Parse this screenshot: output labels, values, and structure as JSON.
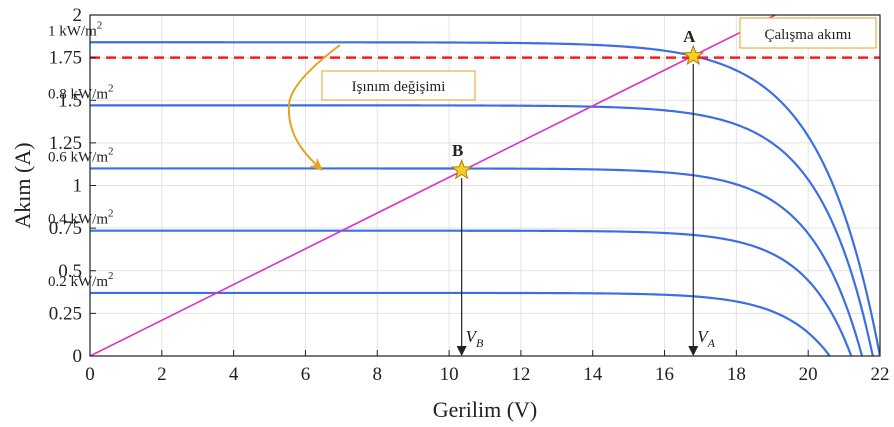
{
  "chart_data": {
    "type": "line",
    "xlabel": "Gerilim (V)",
    "ylabel": "Akım (A)",
    "xlim": [
      0,
      22
    ],
    "ylim": [
      0,
      2
    ],
    "xticks": [
      "0",
      "2",
      "4",
      "6",
      "8",
      "10",
      "12",
      "14",
      "16",
      "18",
      "20",
      "22"
    ],
    "yticks": [
      "0",
      "0.25",
      "0.5",
      "0.75",
      "1",
      "1.25",
      "1.5",
      "1.75",
      "2"
    ],
    "grid": true,
    "series": [
      {
        "name": "1 kW/m2",
        "label_main": "1 kW/m",
        "label_sup": "2",
        "isc": 1.84,
        "voc": 22.0,
        "knee_v": 16.8,
        "knee_i": 1.76
      },
      {
        "name": "0.8 kW/m2",
        "label_main": "0.8 kW/m",
        "label_sup": "2",
        "isc": 1.47,
        "voc": 21.8,
        "knee_v": 16.8,
        "knee_i": 1.42
      },
      {
        "name": "0.6 kW/m2",
        "label_main": "0.6 kW/m",
        "label_sup": "2",
        "isc": 1.1,
        "voc": 21.5,
        "knee_v": 16.8,
        "knee_i": 1.06
      },
      {
        "name": "0.4 kW/m2",
        "label_main": "0.4 kW/m",
        "label_sup": "2",
        "isc": 0.735,
        "voc": 21.2,
        "knee_v": 16.8,
        "knee_i": 0.71
      },
      {
        "name": "0.2 kW/m2",
        "label_main": "0.2 kW/m",
        "label_sup": "2",
        "isc": 0.37,
        "voc": 20.6,
        "knee_v": 16.8,
        "knee_i": 0.35
      }
    ],
    "load_line": {
      "slope": 0.1048,
      "color": "#e030c0"
    },
    "operating_current": {
      "value": 1.75,
      "label": "Çalışma akımı",
      "color": "#ee2222"
    },
    "points": [
      {
        "label": "A",
        "v": 16.8,
        "i": 1.76,
        "vlabel": "V",
        "vsub": "A"
      },
      {
        "label": "B",
        "v": 10.35,
        "i": 1.09,
        "vlabel": "V",
        "vsub": "B"
      }
    ],
    "annotation": {
      "text": "Işınım değişimi"
    },
    "colors": {
      "curve": "#3b6fe6",
      "arrow": "#e8a020",
      "star": "#f5d020",
      "box_border": "#e8a020"
    }
  }
}
